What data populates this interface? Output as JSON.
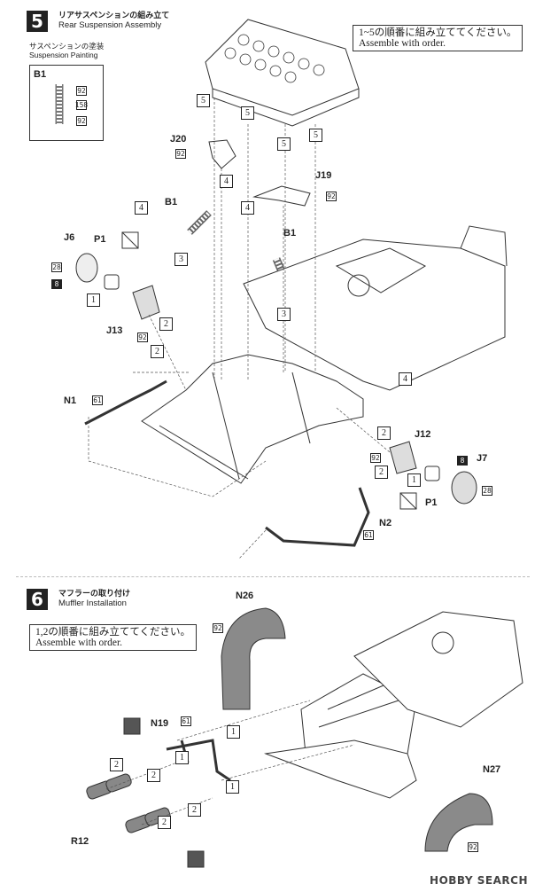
{
  "step5": {
    "number": "5",
    "title_jp": "リアサスペンションの組み立て",
    "title_en": "Rear Suspension Assembly",
    "note_jp": "1~5の順番に組み立ててください。",
    "note_en": "Assemble with order.",
    "paint_jp": "サスペンションの塗装",
    "paint_en": "Suspension Painting",
    "paint_part": "B1",
    "paint_colors": [
      "92",
      "158",
      "92"
    ],
    "parts": {
      "j20": "J20",
      "j19": "J19",
      "b1a": "B1",
      "b1b": "B1",
      "j6": "J6",
      "p1a": "P1",
      "j13": "J13",
      "n1": "N1",
      "j12": "J12",
      "j7": "J7",
      "p1b": "P1",
      "n2": "N2"
    },
    "colors": {
      "j20": "92",
      "j19": "92",
      "j6_a": "28",
      "j6_b": "8",
      "j13": "92",
      "n1": "61",
      "j12": "92",
      "j7_a": "8",
      "j7_b": "28",
      "n2": "61"
    }
  },
  "step6": {
    "number": "6",
    "title_jp": "マフラーの取り付け",
    "title_en": "Muffler Installation",
    "note_jp": "1,2の順番に組み立ててください。",
    "note_en": "Assemble with order.",
    "parts": {
      "n26": "N26",
      "n19": "N19",
      "r12": "R12",
      "n27": "N27"
    },
    "colors": {
      "n26": "92",
      "n19": "61",
      "n27": "92"
    }
  },
  "sequence": [
    "1",
    "2",
    "3",
    "4",
    "5"
  ],
  "page_code": "",
  "watermark": "HOBBY SEARCH"
}
